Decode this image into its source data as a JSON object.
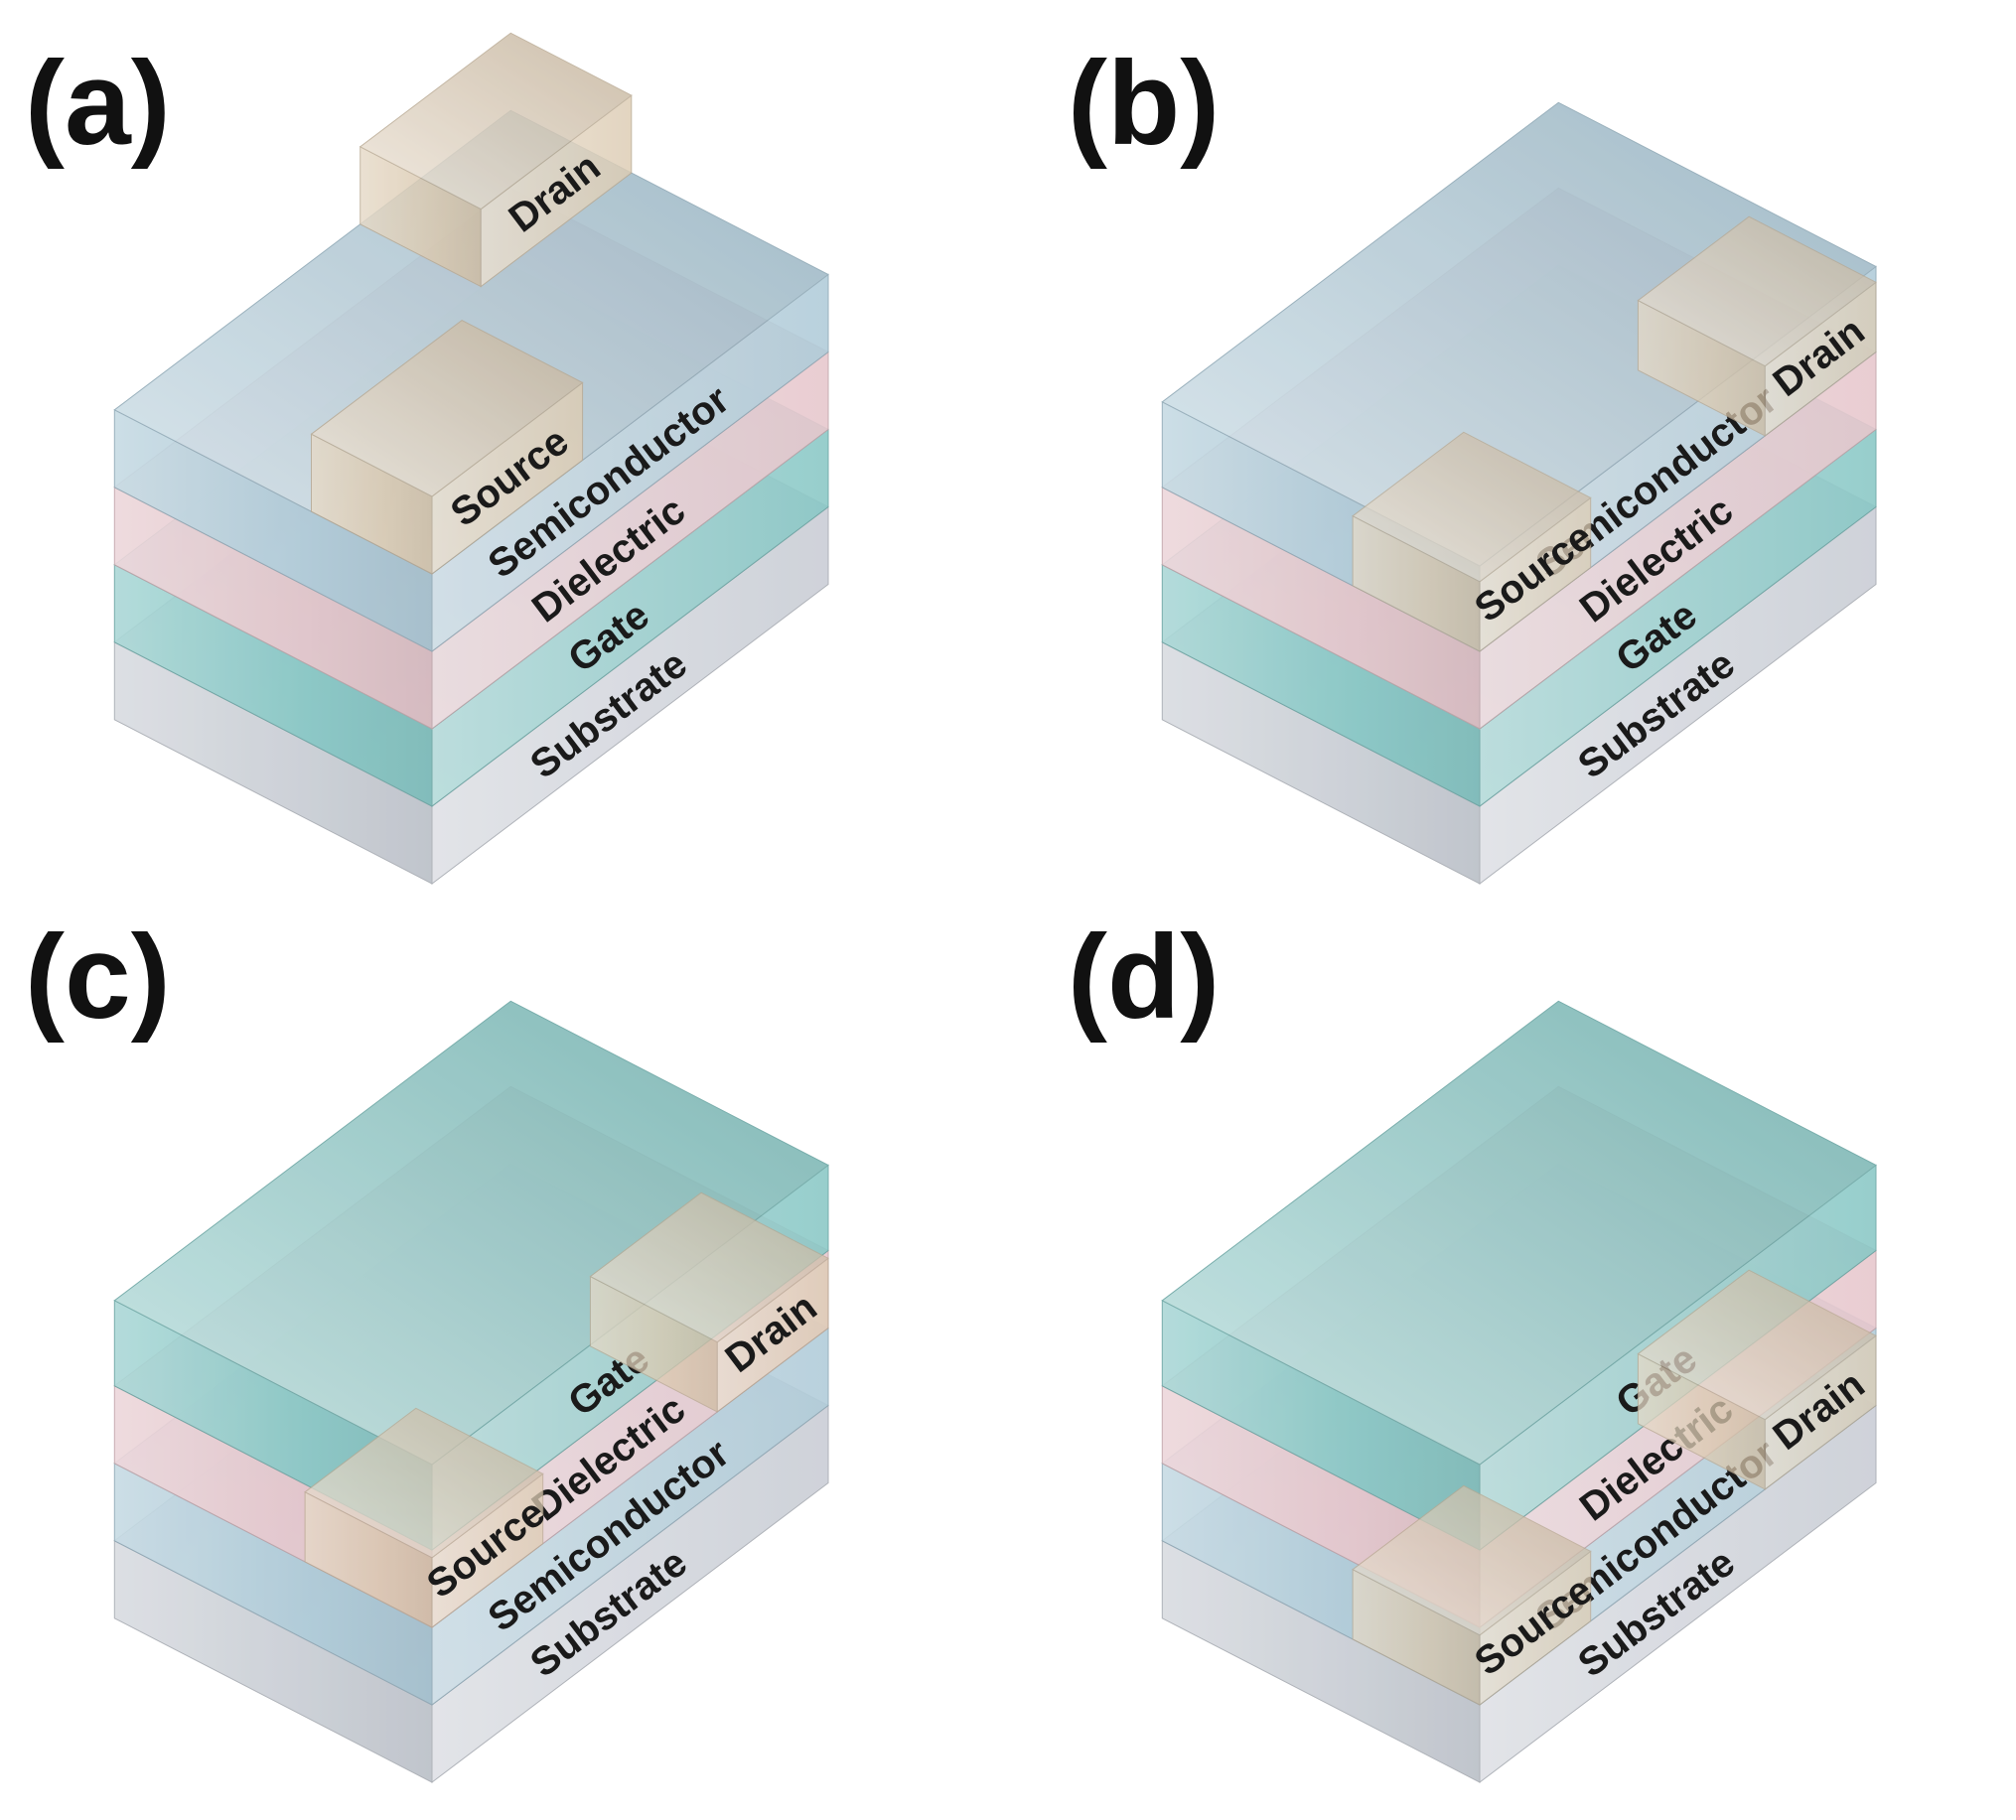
{
  "colors": {
    "substrate": "#c4c9d1",
    "gate": "#7fc3c1",
    "dielectric": "#e4c2c8",
    "semiconductor": "#a9c7d6",
    "electrode": "#d9c6ab"
  },
  "panels": [
    {
      "id": "a",
      "label": "(a)",
      "layers": [
        {
          "kind": "substrate",
          "label": "Substrate"
        },
        {
          "kind": "gate",
          "label": "Gate"
        },
        {
          "kind": "dielectric",
          "label": "Dielectric"
        },
        {
          "kind": "semiconductor",
          "label": "Semiconductor"
        }
      ],
      "electrodes": {
        "placement": "top",
        "source_label": "Source",
        "drain_label": "Drain"
      }
    },
    {
      "id": "b",
      "label": "(b)",
      "layers": [
        {
          "kind": "substrate",
          "label": "Substrate"
        },
        {
          "kind": "gate",
          "label": "Gate"
        },
        {
          "kind": "dielectric",
          "label": "Dielectric"
        },
        {
          "kind": "semiconductor",
          "label": "Semiconductor"
        }
      ],
      "electrodes": {
        "placement": "embedded",
        "source_label": "Source",
        "drain_label": "Drain"
      }
    },
    {
      "id": "c",
      "label": "(c)",
      "layers": [
        {
          "kind": "substrate",
          "label": "Substrate"
        },
        {
          "kind": "semiconductor",
          "label": "Semiconductor"
        },
        {
          "kind": "dielectric",
          "label": "Dielectric"
        },
        {
          "kind": "gate",
          "label": "Gate"
        }
      ],
      "electrodes": {
        "placement": "embedded",
        "source_label": "Source",
        "drain_label": "Drain"
      }
    },
    {
      "id": "d",
      "label": "(d)",
      "layers": [
        {
          "kind": "substrate",
          "label": "Substrate"
        },
        {
          "kind": "semiconductor",
          "label": "Semiconductor"
        },
        {
          "kind": "dielectric",
          "label": "Dielectric"
        },
        {
          "kind": "gate",
          "label": "Gate"
        }
      ],
      "electrodes": {
        "placement": "below-semiconductor",
        "source_label": "Source",
        "drain_label": "Drain"
      }
    }
  ]
}
